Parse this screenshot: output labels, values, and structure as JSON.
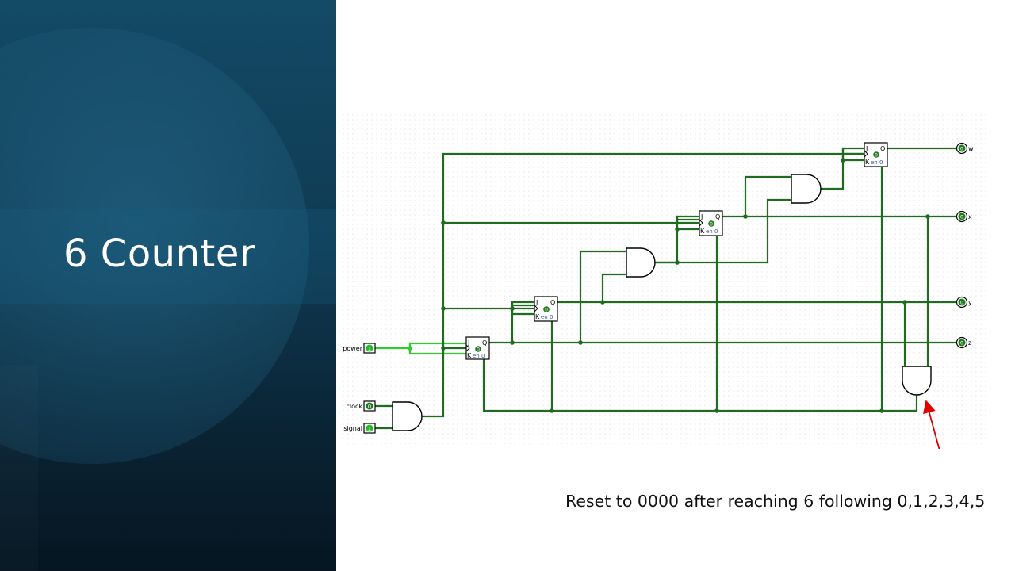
{
  "slide": {
    "title": "6 Counter",
    "caption": "Reset to 0000 after reaching 6 following 0,1,2,3,4,5"
  },
  "circuit": {
    "inputs": [
      {
        "label": "power",
        "value": "1"
      },
      {
        "label": "clock",
        "value": "0"
      },
      {
        "label": "signal",
        "value": "1"
      }
    ],
    "outputs": [
      {
        "label": "w",
        "value": "0"
      },
      {
        "label": "x",
        "value": "0"
      },
      {
        "label": "y",
        "value": "0"
      },
      {
        "label": "z",
        "value": "0"
      }
    ],
    "flipflop": {
      "j": "J",
      "q": "Q",
      "k": "K",
      "en": "en",
      "state": "0",
      "en_state": "0"
    },
    "colors": {
      "wire": "#1f6b1f",
      "wire_active": "#2ecc2e",
      "pin_on": "#22bb22",
      "pin_off": "#1f7a1f",
      "arrow": "#e00000"
    }
  }
}
